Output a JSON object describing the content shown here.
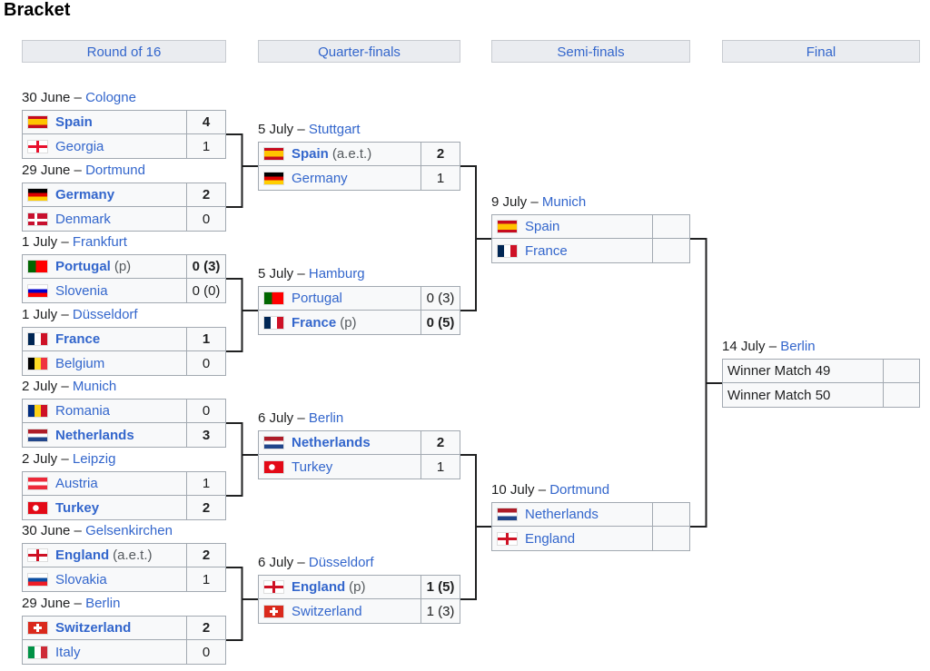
{
  "title": "Bracket",
  "rounds": [
    "Round of 16",
    "Quarter-finals",
    "Semi-finals",
    "Final"
  ],
  "matches": {
    "r16": [
      {
        "date": "30 June",
        "venue": "Cologne",
        "teams": [
          {
            "name": "Spain",
            "flag": "spain-flag",
            "score": "4",
            "win": true
          },
          {
            "name": "Georgia",
            "flag": "georgia-flag",
            "score": "1"
          }
        ]
      },
      {
        "date": "29 June",
        "venue": "Dortmund",
        "teams": [
          {
            "name": "Germany",
            "flag": "germany-flag",
            "score": "2",
            "win": true
          },
          {
            "name": "Denmark",
            "flag": "denmark-flag",
            "score": "0"
          }
        ]
      },
      {
        "date": "1 July",
        "venue": "Frankfurt",
        "teams": [
          {
            "name": "Portugal",
            "flag": "portugal-flag",
            "suffix": "(p)",
            "score": "0 (3)",
            "win": true
          },
          {
            "name": "Slovenia",
            "flag": "slovenia-flag",
            "score": "0 (0)"
          }
        ]
      },
      {
        "date": "1 July",
        "venue": "Düsseldorf",
        "teams": [
          {
            "name": "France",
            "flag": "france-flag",
            "score": "1",
            "win": true
          },
          {
            "name": "Belgium",
            "flag": "belgium-flag",
            "score": "0"
          }
        ]
      },
      {
        "date": "2 July",
        "venue": "Munich",
        "teams": [
          {
            "name": "Romania",
            "flag": "romania-flag",
            "score": "0"
          },
          {
            "name": "Netherlands",
            "flag": "netherlands-flag",
            "score": "3",
            "win": true
          }
        ]
      },
      {
        "date": "2 July",
        "venue": "Leipzig",
        "teams": [
          {
            "name": "Austria",
            "flag": "austria-flag",
            "score": "1"
          },
          {
            "name": "Turkey",
            "flag": "turkey-flag",
            "score": "2",
            "win": true
          }
        ]
      },
      {
        "date": "30 June",
        "venue": "Gelsenkirchen",
        "teams": [
          {
            "name": "England",
            "flag": "england-flag",
            "suffix": "(a.e.t.)",
            "score": "2",
            "win": true
          },
          {
            "name": "Slovakia",
            "flag": "slovakia-flag",
            "score": "1"
          }
        ]
      },
      {
        "date": "29 June",
        "venue": "Berlin",
        "teams": [
          {
            "name": "Switzerland",
            "flag": "switzerland-flag",
            "score": "2",
            "win": true
          },
          {
            "name": "Italy",
            "flag": "italy-flag",
            "score": "0"
          }
        ]
      }
    ],
    "qf": [
      {
        "date": "5 July",
        "venue": "Stuttgart",
        "teams": [
          {
            "name": "Spain",
            "flag": "spain-flag",
            "suffix": "(a.e.t.)",
            "score": "2",
            "win": true
          },
          {
            "name": "Germany",
            "flag": "germany-flag",
            "score": "1"
          }
        ]
      },
      {
        "date": "5 July",
        "venue": "Hamburg",
        "teams": [
          {
            "name": "Portugal",
            "flag": "portugal-flag",
            "score": "0 (3)"
          },
          {
            "name": "France",
            "flag": "france-flag",
            "suffix": "(p)",
            "score": "0 (5)",
            "win": true
          }
        ]
      },
      {
        "date": "6 July",
        "venue": "Berlin",
        "teams": [
          {
            "name": "Netherlands",
            "flag": "netherlands-flag",
            "score": "2",
            "win": true
          },
          {
            "name": "Turkey",
            "flag": "turkey-flag",
            "score": "1"
          }
        ]
      },
      {
        "date": "6 July",
        "venue": "Düsseldorf",
        "teams": [
          {
            "name": "England",
            "flag": "england-flag",
            "suffix": "(p)",
            "score": "1 (5)",
            "win": true
          },
          {
            "name": "Switzerland",
            "flag": "switzerland-flag",
            "score": "1 (3)"
          }
        ]
      }
    ],
    "sf": [
      {
        "date": "9 July",
        "venue": "Munich",
        "teams": [
          {
            "name": "Spain",
            "flag": "spain-flag",
            "score": ""
          },
          {
            "name": "France",
            "flag": "france-flag",
            "score": ""
          }
        ]
      },
      {
        "date": "10 July",
        "venue": "Dortmund",
        "teams": [
          {
            "name": "Netherlands",
            "flag": "netherlands-flag",
            "score": ""
          },
          {
            "name": "England",
            "flag": "england-flag",
            "score": ""
          }
        ]
      }
    ],
    "final": [
      {
        "date": "14 July",
        "venue": "Berlin",
        "teams": [
          {
            "name": "Winner Match 49",
            "score": ""
          },
          {
            "name": "Winner Match 50",
            "score": ""
          }
        ]
      }
    ]
  }
}
